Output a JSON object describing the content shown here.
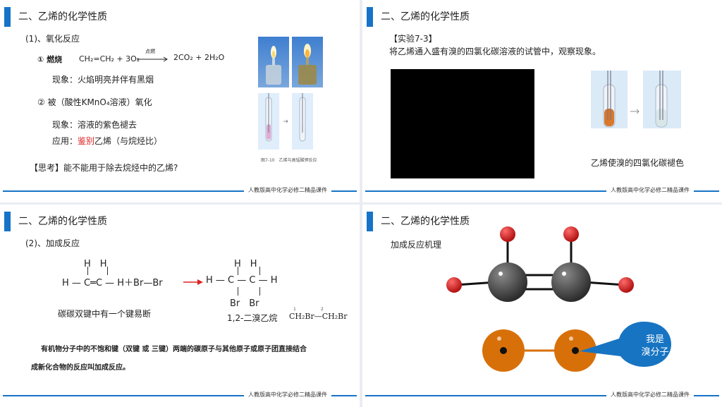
{
  "footer": "人教版高中化学必修二精品课件",
  "slide1": {
    "title": "二、乙烯的化学性质",
    "section": "(1)、氧化反应",
    "item1_label": "① 燃烧",
    "equation_left": "CH₂=CH₂ + 3O₂",
    "equation_condition": "点燃",
    "equation_right": "2CO₂ + 2H₂O",
    "phenomenon1": "现象：火焰明亮并伴有黑烟",
    "item2": "② 被（酸性KMnO₄溶液）氧化",
    "phenomenon2": "现象：溶液的紫色褪去",
    "application_prefix": "应用：",
    "application_red": "鉴别",
    "application_suffix": "乙烯（与烷烃比）",
    "think": "【思考】能不能用于除去烷烃中的乙烯?",
    "caption": "图7-10　乙烯与高锰酸钾反应"
  },
  "slide2": {
    "title": "二、乙烯的化学性质",
    "experiment": "【实验7-3】",
    "instruction": "将乙烯通入盛有溴的四氯化碳溶液的试管中，观察现象。",
    "result": "乙烯使溴的四氯化碳褪色"
  },
  "slide3": {
    "title": "二、乙烯的化学性质",
    "section": "(2)、加成反应",
    "ethylene_h_top": "H　H",
    "ethylene_line": "H — C═C — H＋Br—Br",
    "product_h_top": "H　H",
    "product_line": "H — C — C — H",
    "product_br": "Br　Br",
    "note_left": "碳碳双键中有一个键易断",
    "product_name": "1,2-二溴乙烷",
    "product_formula": "CH₂Br—CH₂Br",
    "formula_num1": "1",
    "formula_num2": "2",
    "definition_line1": "有机物分子中的不饱和键（双键 或 三键）两端的碳原子与其他原子或原子团直接结合",
    "definition_line2": "成新化合物的反应叫加成反应。"
  },
  "slide4": {
    "title": "二、乙烯的化学性质",
    "subtitle": "加成反应机理",
    "bubble_line1": "我是",
    "bubble_line2": "溴分子"
  },
  "colors": {
    "accent": "#1673c7",
    "red_text": "#dd2222",
    "bromine_orange": "#d8700a",
    "bubble_blue": "#1774c2",
    "carbon_gray": "#444444",
    "hydrogen_red": "#cc2020"
  }
}
